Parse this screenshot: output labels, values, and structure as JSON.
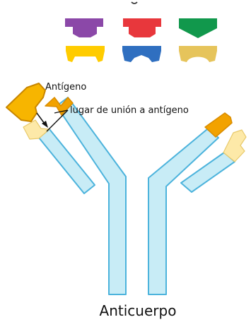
{
  "labels": {
    "antigen": "Antígeno",
    "binding_site": "lugar de unión a antígeno",
    "antibody": "Anticuerpo"
  },
  "antigen_shapes": [
    {
      "name": "antigen-purple",
      "color": "#8b48a8"
    },
    {
      "name": "antigen-red",
      "color": "#e8373c"
    },
    {
      "name": "antigen-green",
      "color": "#11984c"
    },
    {
      "name": "antigen-yellow",
      "color": "#ffcc00"
    },
    {
      "name": "antigen-blue",
      "color": "#2f6fc0"
    },
    {
      "name": "antigen-tan",
      "color": "#e6c45b"
    }
  ],
  "colors": {
    "heavy_chain_fill": "#c8ecf6",
    "heavy_chain_stroke": "#4cb3dc",
    "binding_orange": "#f2a200",
    "binding_light": "#fde9a8",
    "antigen_bound": "#f7b500"
  }
}
